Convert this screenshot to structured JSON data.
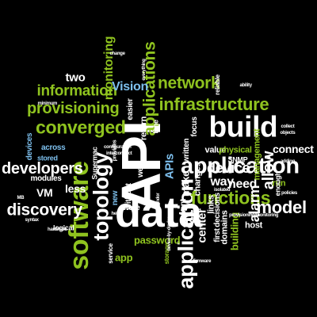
{
  "cloud": {
    "background": "#000000",
    "colors": {
      "white": "#ffffff",
      "green": "#8fc31f",
      "blue": "#7ec0ee"
    },
    "words": [
      {
        "text": "API",
        "color": "white",
        "vertical": true
      },
      {
        "text": "data",
        "color": "white",
        "vertical": false
      },
      {
        "text": "software",
        "color": "green",
        "vertical": true
      },
      {
        "text": "topology",
        "color": "white",
        "vertical": true
      },
      {
        "text": "application",
        "color": "white",
        "vertical": true
      },
      {
        "text": "build",
        "color": "white",
        "vertical": false
      },
      {
        "text": "application",
        "color": "white",
        "vertical": false
      },
      {
        "text": "applications",
        "color": "green",
        "vertical": true
      },
      {
        "text": "network",
        "color": "green",
        "vertical": false
      },
      {
        "text": "infrastructure",
        "color": "green",
        "vertical": false
      },
      {
        "text": "converged",
        "color": "green",
        "vertical": false
      },
      {
        "text": "provisioning",
        "color": "green",
        "vertical": false
      },
      {
        "text": "information",
        "color": "green",
        "vertical": false
      },
      {
        "text": "developers",
        "color": "white",
        "vertical": false
      },
      {
        "text": "discovery",
        "color": "white",
        "vertical": false
      },
      {
        "text": "model",
        "color": "white",
        "vertical": false
      },
      {
        "text": "functions",
        "color": "green",
        "vertical": false
      },
      {
        "text": "device",
        "color": "white",
        "vertical": false
      },
      {
        "text": "allow",
        "color": "white",
        "vertical": true
      },
      {
        "text": "monitoring",
        "color": "green",
        "vertical": true
      },
      {
        "text": "Vision",
        "color": "blue",
        "vertical": false
      },
      {
        "text": "two",
        "color": "white",
        "vertical": false
      },
      {
        "text": "connect",
        "color": "white",
        "vertical": false
      },
      {
        "text": "alarm",
        "color": "white",
        "vertical": true
      },
      {
        "text": "need",
        "color": "white",
        "vertical": false
      },
      {
        "text": "way",
        "color": "white",
        "vertical": false
      },
      {
        "text": "less",
        "color": "white",
        "vertical": false
      },
      {
        "text": "VM",
        "color": "white",
        "vertical": false
      },
      {
        "text": "password",
        "color": "green",
        "vertical": false
      },
      {
        "text": "center",
        "color": "white",
        "vertical": true
      },
      {
        "text": "make",
        "color": "white",
        "vertical": true
      },
      {
        "text": "building",
        "color": "green",
        "vertical": true
      },
      {
        "text": "host",
        "color": "white",
        "vertical": false
      },
      {
        "text": "app",
        "color": "green",
        "vertical": false
      },
      {
        "text": "modules",
        "color": "white",
        "vertical": false
      },
      {
        "text": "logical",
        "color": "white",
        "vertical": false
      },
      {
        "text": "across",
        "color": "blue",
        "vertical": false
      },
      {
        "text": "stored",
        "color": "blue",
        "vertical": false
      },
      {
        "text": "links",
        "color": "white",
        "vertical": true
      },
      {
        "text": "domains",
        "color": "white",
        "vertical": true
      },
      {
        "text": "first",
        "color": "white",
        "vertical": true
      },
      {
        "text": "decisions",
        "color": "white",
        "vertical": true
      },
      {
        "text": "APIs",
        "color": "blue",
        "vertical": true
      },
      {
        "text": "focus",
        "color": "white",
        "vertical": true
      },
      {
        "text": "return",
        "color": "white",
        "vertical": true
      },
      {
        "text": "time",
        "color": "white",
        "vertical": true
      },
      {
        "text": "easier",
        "color": "white",
        "vertical": true
      },
      {
        "text": "value",
        "color": "white",
        "vertical": false
      },
      {
        "text": "physical",
        "color": "green",
        "vertical": false
      },
      {
        "text": "SNMP",
        "color": "white",
        "vertical": false
      },
      {
        "text": "management",
        "color": "green",
        "vertical": true
      },
      {
        "text": "run",
        "color": "green",
        "vertical": false
      },
      {
        "text": "reliable",
        "color": "white",
        "vertical": true
      },
      {
        "text": "enough",
        "color": "white",
        "vertical": true
      },
      {
        "text": "storage",
        "color": "green",
        "vertical": true
      },
      {
        "text": "store",
        "color": "white",
        "vertical": false
      },
      {
        "text": "service",
        "color": "white",
        "vertical": true
      },
      {
        "text": "new",
        "color": "blue",
        "vertical": true
      },
      {
        "text": "without",
        "color": "white",
        "vertical": true
      },
      {
        "text": "want",
        "color": "white",
        "vertical": true
      },
      {
        "text": "changes",
        "color": "white",
        "vertical": true
      },
      {
        "text": "written",
        "color": "white",
        "vertical": true
      },
      {
        "text": "Supermac",
        "color": "white",
        "vertical": true
      },
      {
        "text": "well",
        "color": "white",
        "vertical": true
      },
      {
        "text": "provides",
        "color": "white",
        "vertical": true
      },
      {
        "text": "devices",
        "color": "blue",
        "vertical": true
      },
      {
        "text": "multi-vendor",
        "color": "white",
        "vertical": true
      },
      {
        "text": "device-by-device",
        "color": "white",
        "vertical": true
      },
      {
        "text": "provisioning/monitoring",
        "color": "white",
        "vertical": false
      },
      {
        "text": "firmware",
        "color": "white",
        "vertical": false
      },
      {
        "text": "configuration",
        "color": "white",
        "vertical": false
      },
      {
        "text": "interconnect",
        "color": "white",
        "vertical": false
      },
      {
        "text": "change",
        "color": "white",
        "vertical": false
      },
      {
        "text": "everything",
        "color": "white",
        "vertical": true
      },
      {
        "text": "policies",
        "color": "white",
        "vertical": false
      },
      {
        "text": "collect",
        "color": "white",
        "vertical": false
      },
      {
        "text": "objects",
        "color": "white",
        "vertical": false
      },
      {
        "text": "adding",
        "color": "white",
        "vertical": false
      },
      {
        "text": "MB",
        "color": "white",
        "vertical": false
      },
      {
        "text": "syntax",
        "color": "white",
        "vertical": false
      },
      {
        "text": "hardware",
        "color": "white",
        "vertical": false
      },
      {
        "text": "minimum",
        "color": "white",
        "vertical": false
      },
      {
        "text": "isolated",
        "color": "white",
        "vertical": false
      },
      {
        "text": "ability",
        "color": "white",
        "vertical": false
      },
      {
        "text": "help",
        "color": "white",
        "vertical": false
      }
    ]
  }
}
